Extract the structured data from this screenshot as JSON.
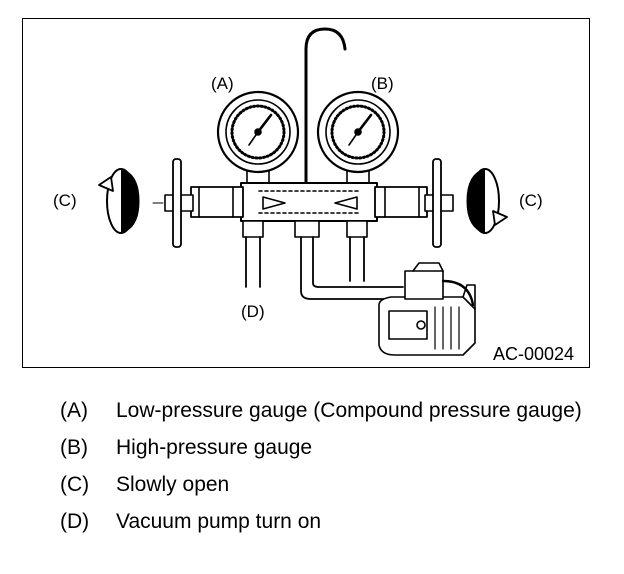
{
  "figure": {
    "code": "AC-00024",
    "callouts": {
      "a": "(A)",
      "b": "(B)",
      "c_left": "(C)",
      "c_right": "(C)",
      "d": "(D)"
    },
    "icons": [
      "low-pressure-gauge-icon",
      "high-pressure-gauge-icon",
      "manifold-icon",
      "valve-knob-icon",
      "rotation-arrow-icon",
      "vacuum-pump-icon"
    ]
  },
  "legend": [
    {
      "key": "(A)",
      "text": "Low-pressure gauge (Compound pressure gauge)"
    },
    {
      "key": "(B)",
      "text": "High-pressure gauge"
    },
    {
      "key": "(C)",
      "text": "Slowly open"
    },
    {
      "key": "(D)",
      "text": "Vacuum pump turn on"
    }
  ]
}
